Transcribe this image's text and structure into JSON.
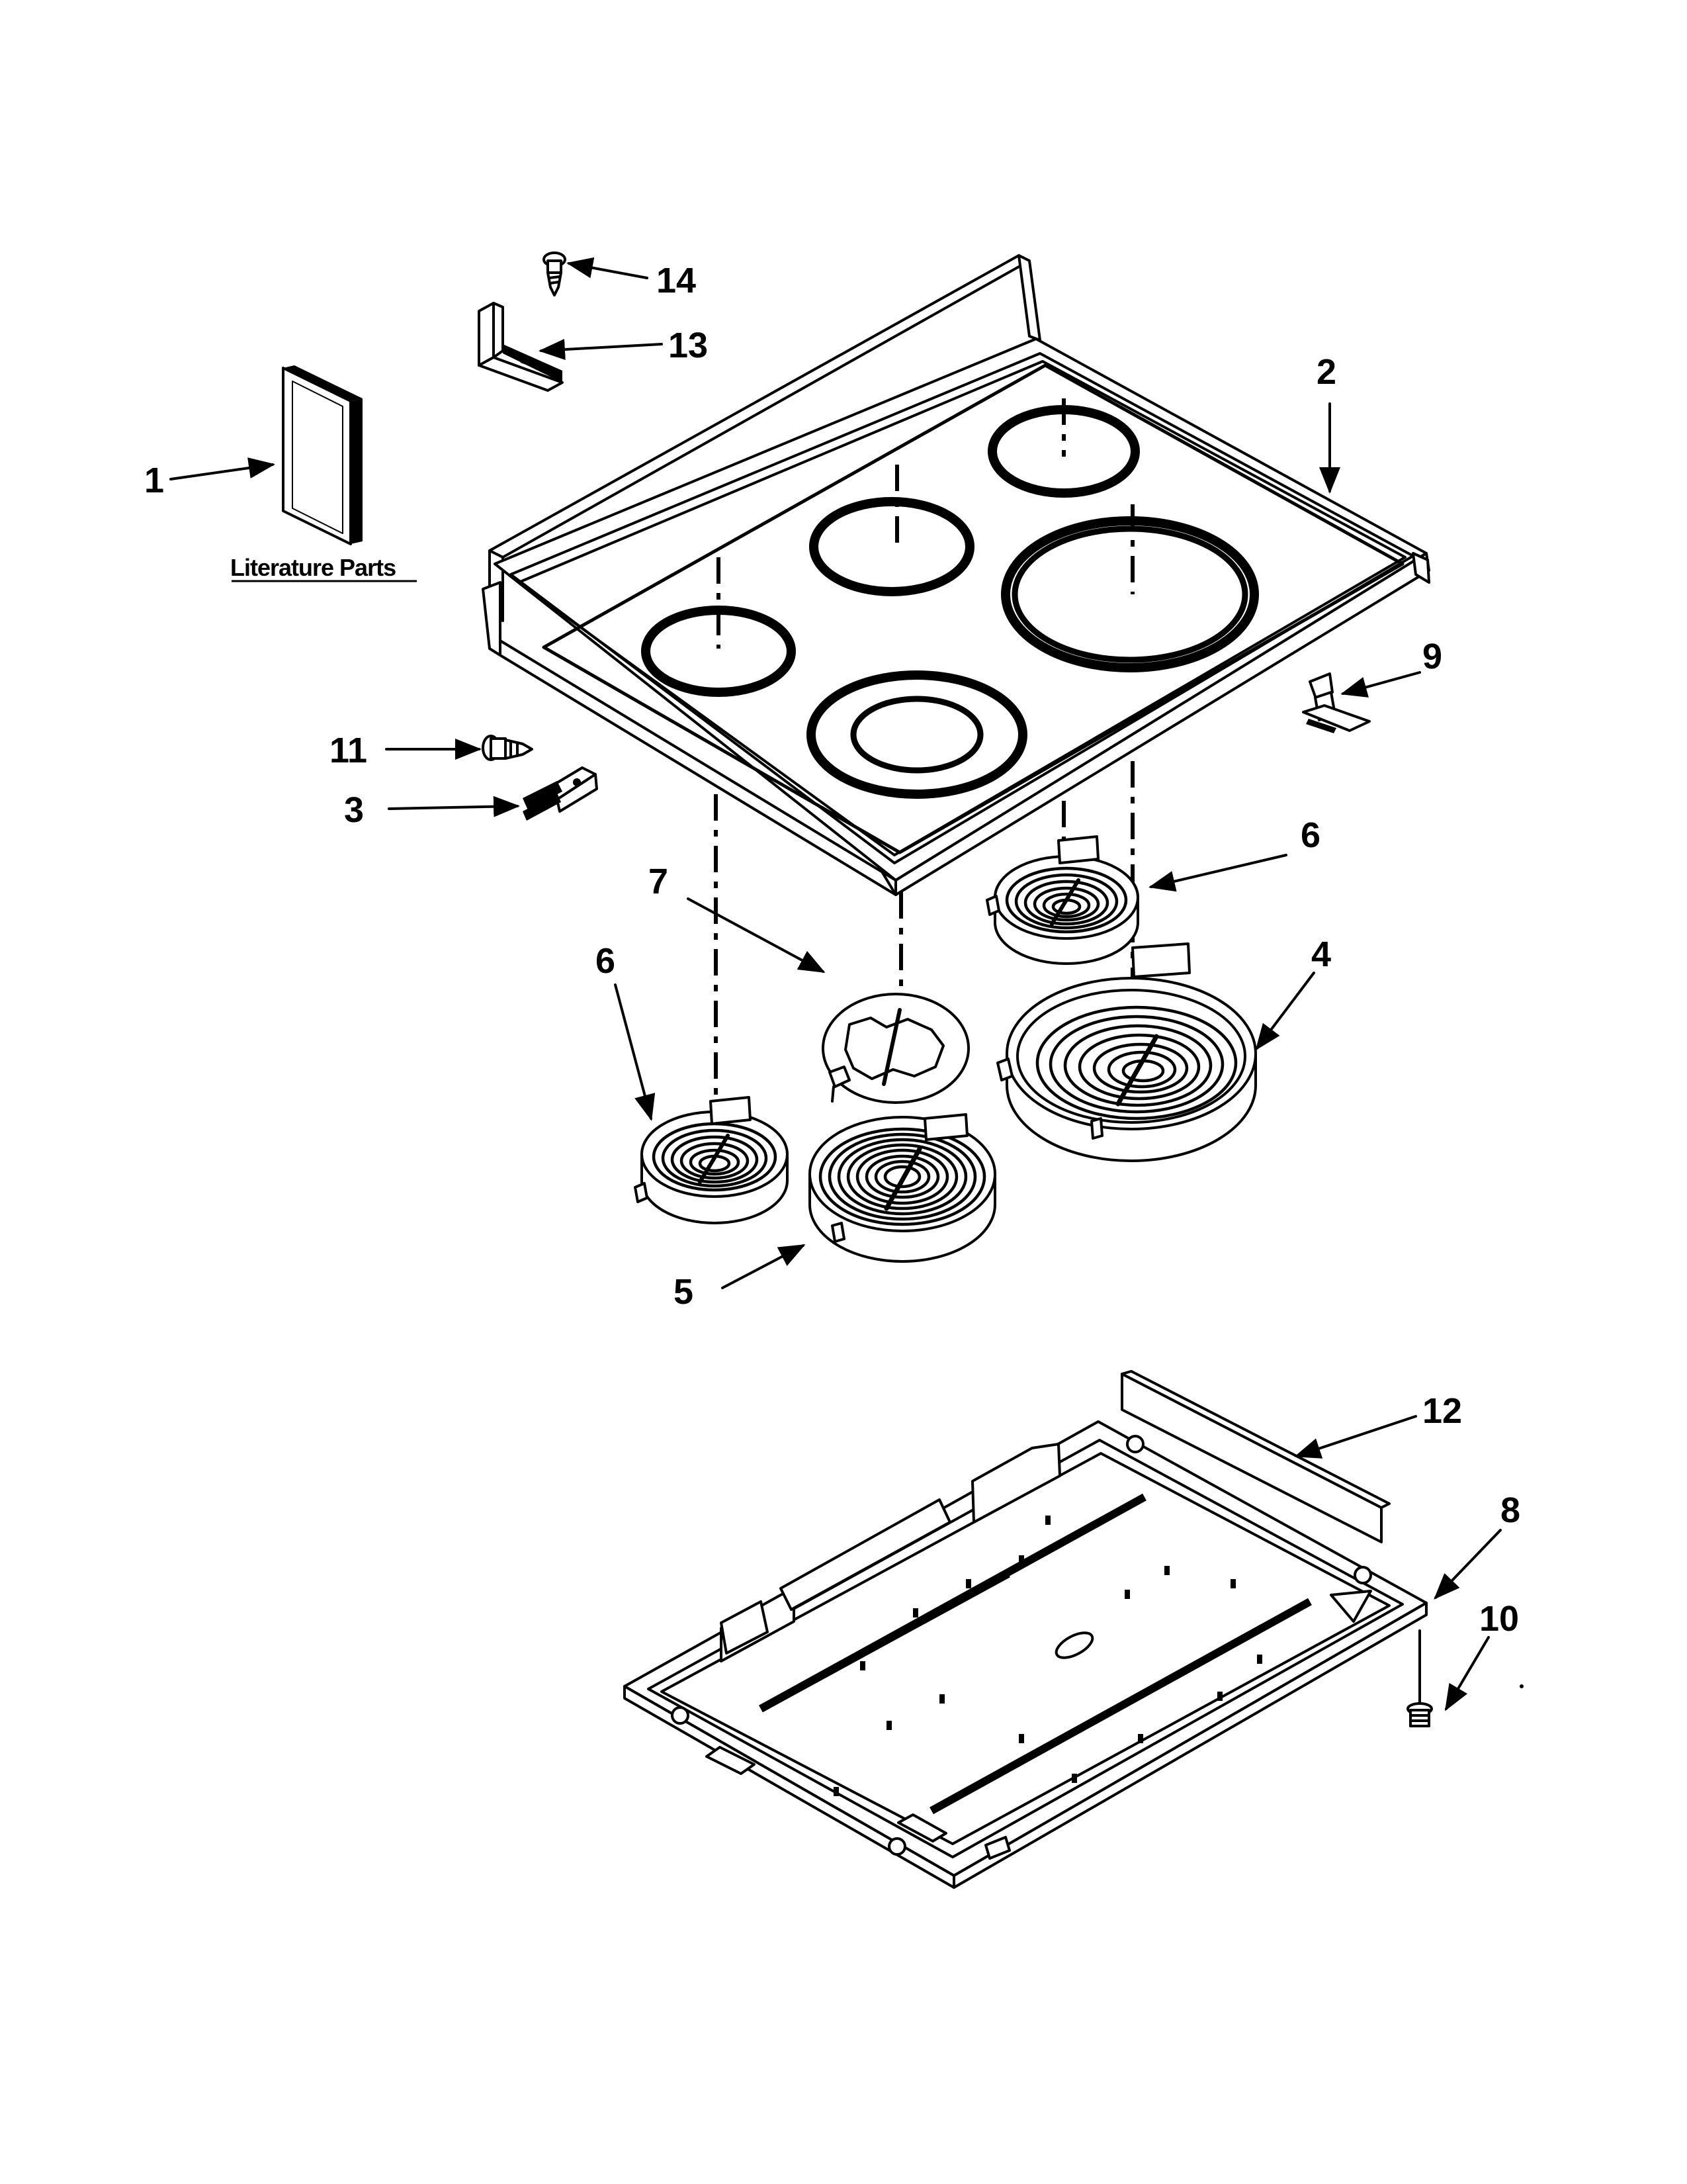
{
  "diagram": {
    "literature_caption": "Literature Parts",
    "callouts": [
      {
        "id": "c1",
        "number": "1"
      },
      {
        "id": "c2",
        "number": "2"
      },
      {
        "id": "c3",
        "number": "3"
      },
      {
        "id": "c4",
        "number": "4"
      },
      {
        "id": "c5",
        "number": "5"
      },
      {
        "id": "c6a",
        "number": "6"
      },
      {
        "id": "c6b",
        "number": "6"
      },
      {
        "id": "c7",
        "number": "7"
      },
      {
        "id": "c8",
        "number": "8"
      },
      {
        "id": "c9",
        "number": "9"
      },
      {
        "id": "c10",
        "number": "10"
      },
      {
        "id": "c11",
        "number": "11"
      },
      {
        "id": "c12",
        "number": "12"
      },
      {
        "id": "c13",
        "number": "13"
      },
      {
        "id": "c14",
        "number": "14"
      }
    ]
  }
}
